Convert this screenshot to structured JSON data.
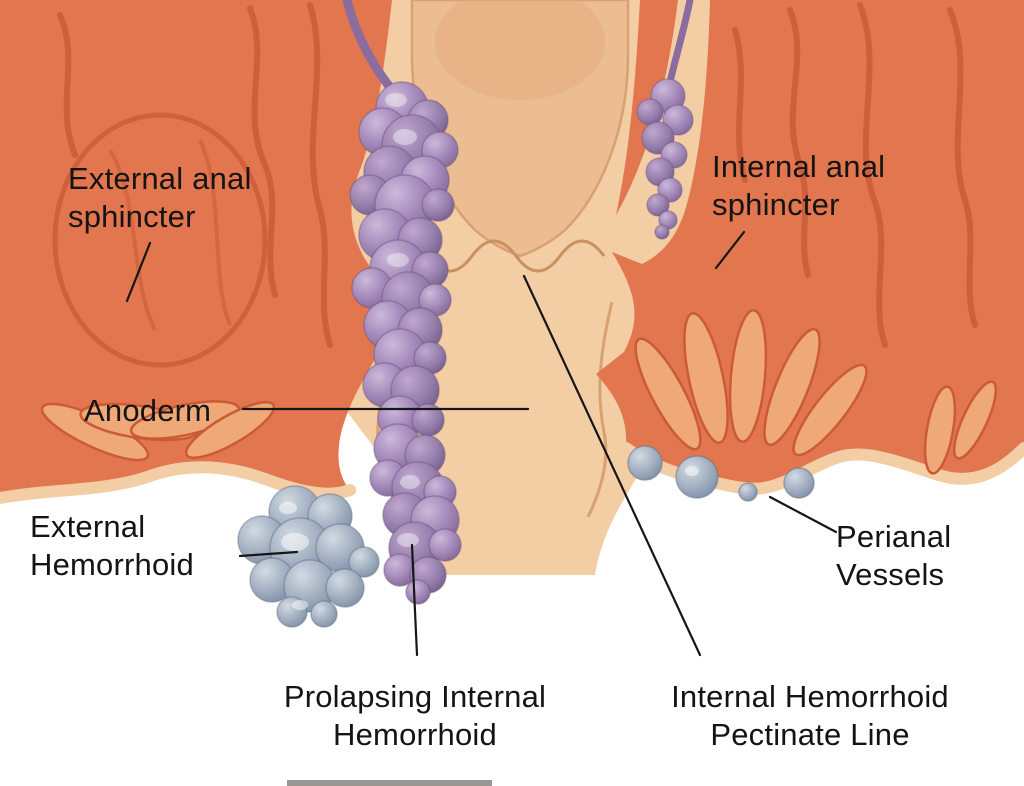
{
  "labels": {
    "external_anal_sphincter": "External anal\nsphincter",
    "internal_anal_sphincter": "Internal anal\nsphincter",
    "anoderm": "Anoderm",
    "external_hemorrhoid": "External\nHemorrhoid",
    "perianal_vessels": "Perianal\nVessels",
    "prolapsing_internal_hemorrhoid": "Prolapsing Internal\nHemorrhoid",
    "internal_hemorrhoid_pectinate_line": "Internal Hemorrhoid\nPectinate Line"
  },
  "colors": {
    "tissue": "#e2764e",
    "muscle_fiber": "#cb5b37",
    "canal_skin": "#f3cda3",
    "canal_deep": "#ecbd92",
    "hemorrhoid_purple": "#9b7fb0",
    "vessel_blue": "#98a7ba",
    "label_text": "#141414",
    "background": "#ffffff"
  }
}
